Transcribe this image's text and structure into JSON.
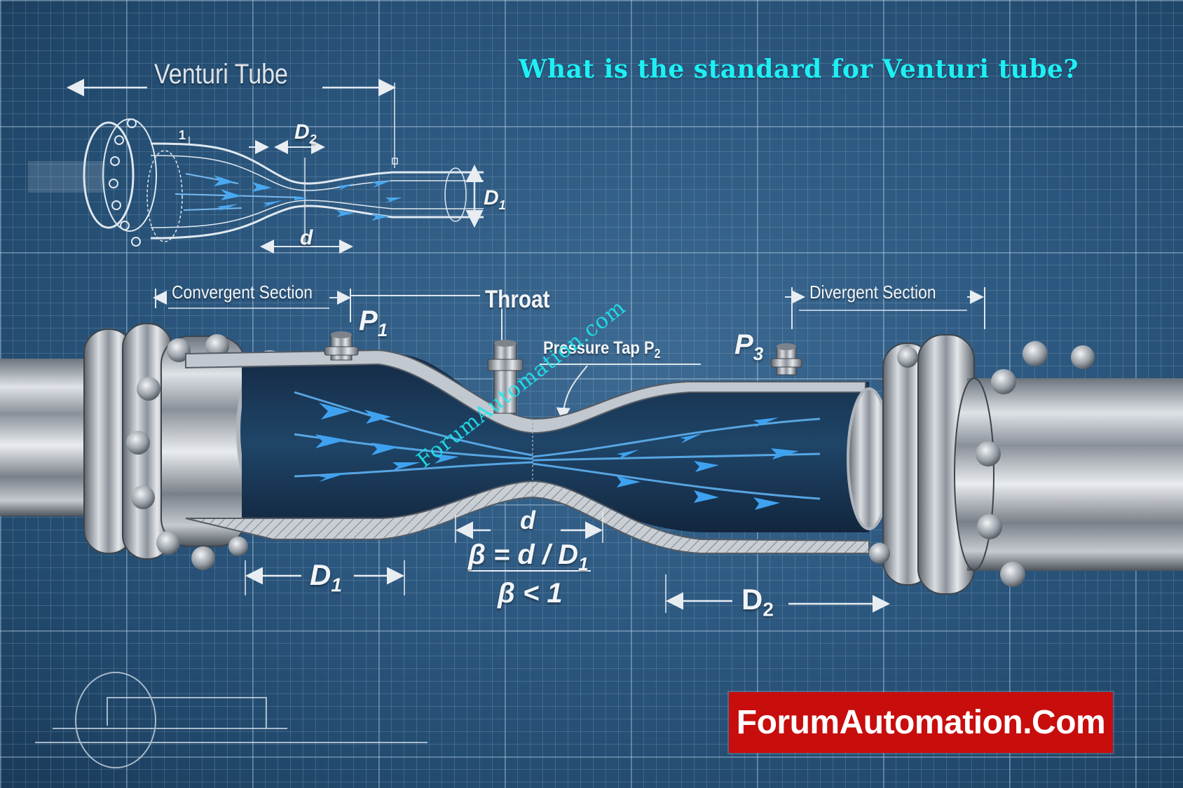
{
  "header": {
    "question": "What is the standard for Venturi tube?"
  },
  "sketch": {
    "title": "Venturi Tube",
    "label_one": "1",
    "label_d2": "D",
    "label_d2_sub": "2",
    "label_d1": "D",
    "label_d1_sub": "1",
    "label_d": "d"
  },
  "sections": {
    "convergent": "Convergent Section",
    "throat": "Throat",
    "divergent": "Divergent Section"
  },
  "pressure_taps": {
    "p1": "P",
    "p1_sub": "1",
    "p2_label": "Pressure Tap P",
    "p2_sub": "2",
    "p3": "P",
    "p3_sub": "3"
  },
  "dimensions": {
    "throat_d": "d",
    "d1": "D",
    "d1_sub": "1",
    "d2": "D",
    "d2_sub": "2",
    "beta_formula": "β = d / D",
    "beta_formula_sub": "1",
    "beta_condition": "β < 1"
  },
  "watermark": "ForumAutomation.com",
  "brand": {
    "label": "ForumAutomation.Com",
    "background": "#c80d0d"
  },
  "colors": {
    "blueprint_bg": "#2e5a82",
    "question_text": "#1ef0f5",
    "flow_arrows": "#3fa2f0",
    "steel": "#b8bec6"
  }
}
